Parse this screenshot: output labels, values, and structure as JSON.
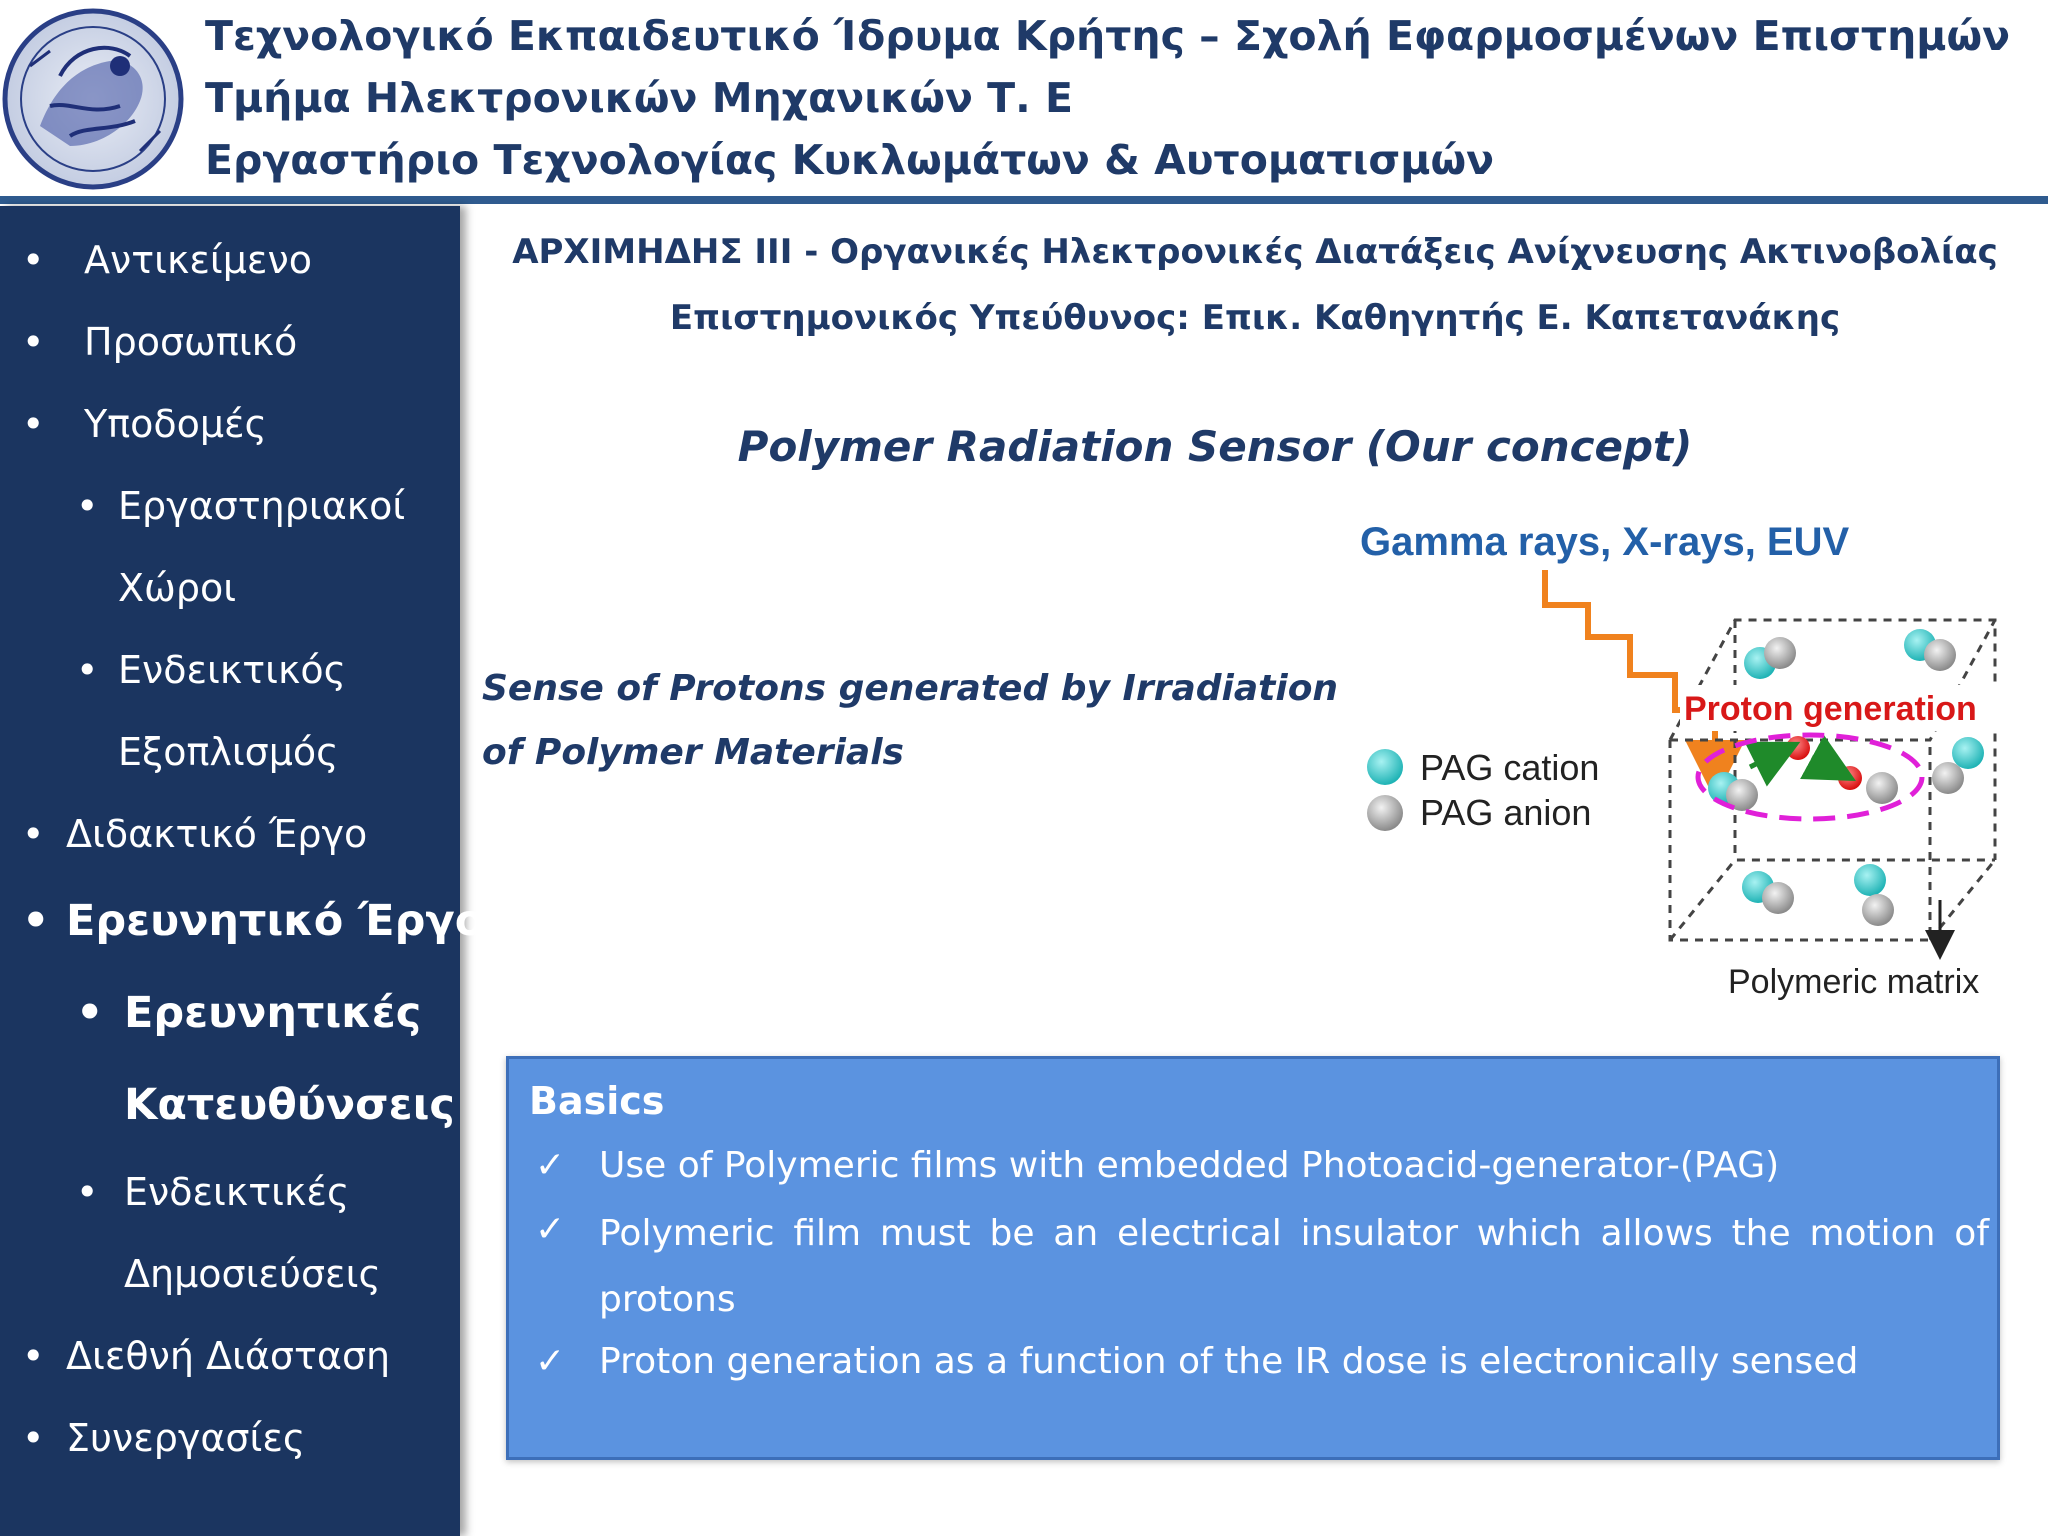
{
  "header": {
    "line1": "Τεχνολογικό Εκπαιδευτικό Ίδρυμα Κρήτης – Σχολή Εφαρμοσμένων Επιστημών",
    "line2": "Τμήμα Ηλεκτρονικών Μηχανικών Τ. Ε",
    "line3": "Εργαστήριο Τεχνολογίας Κυκλωμάτων & Αυτοματισμών",
    "logo_icon": "university-seal-icon"
  },
  "sidebar": {
    "bullet": "•",
    "items": [
      {
        "label": "Αντικείμενο"
      },
      {
        "label": "Προσωπικό"
      },
      {
        "label": "Υποδομές"
      },
      {
        "label_a": "Εργαστηριακοί",
        "label_b": "Χώροι"
      },
      {
        "label_a": "Ενδεικτικός",
        "label_b": "Εξοπλισμός"
      },
      {
        "label": "Διδακτικό Έργο"
      },
      {
        "label": "Ερευνητικό Έργο"
      },
      {
        "label_a": "Ερευνητικές",
        "label_b": "Κατευθύνσεις"
      },
      {
        "label_a": "Ενδεικτικές",
        "label_b": "Δημοσιεύσεις"
      },
      {
        "label": "Διεθνή Διάσταση"
      },
      {
        "label": "Συνεργασίες"
      }
    ]
  },
  "main": {
    "project_title": "ΑΡΧΙΜΗΔΗΣ ΙΙΙ - Οργανικές Ηλεκτρονικές Διατάξεις Ανίχνευσης Ακτινοβολίας",
    "project_lead": "Επιστημονικός Υπεύθυνος: Επικ. Καθηγητής Ε. Καπετανάκης",
    "concept_title": "Polymer Radiation Sensor (Our concept)",
    "sense_line1": "Sense of Protons generated by Irradiation",
    "sense_line2": "of Polymer Materials"
  },
  "diagram": {
    "rays_label": "Gamma rays, X-rays, EUV",
    "proton_label": "Proton generation",
    "cation_label": "PAG cation",
    "anion_label": "PAG anion",
    "matrix_label": "Polymeric matrix",
    "colors": {
      "cation": "#2ec4c4",
      "anion": "#9a9a9a",
      "proton": "#e01b1b",
      "ray": "#f0821e",
      "ellipse": "#e020d8",
      "label_blue": "#2360a8"
    }
  },
  "basics": {
    "title": "Basics",
    "check": "✓",
    "item1": "Use of Polymeric films with embedded Photoacid-generator-(PAG)",
    "item2": "Polymeric film must be an electrical insulator which allows the motion of protons",
    "item3": "Proton generation as a function of the IR dose is electronically sensed"
  }
}
